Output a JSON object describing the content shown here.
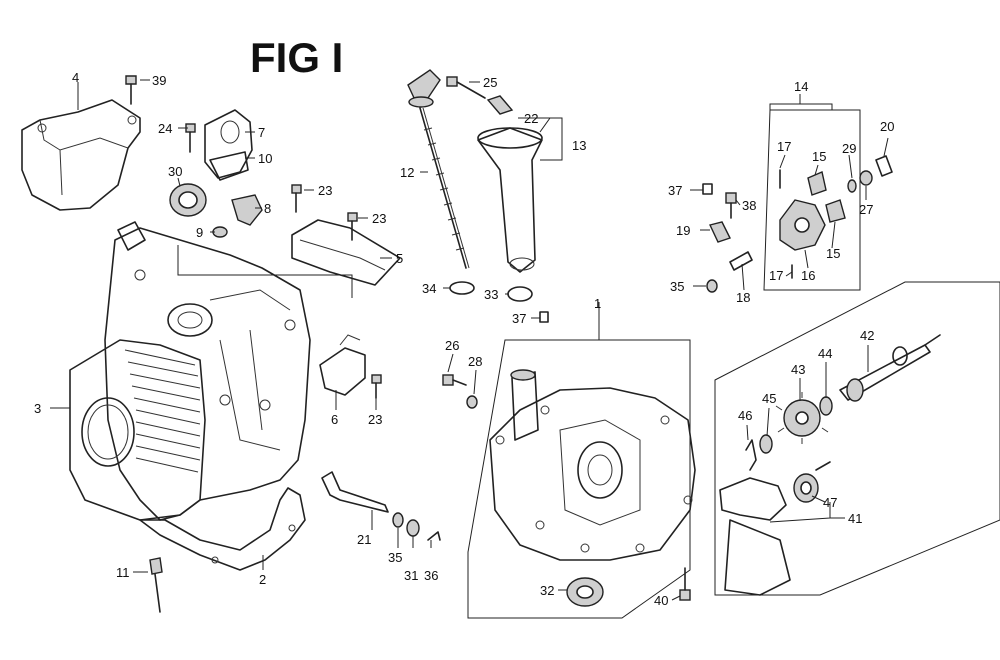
{
  "figure": {
    "title": "FIG I"
  },
  "callouts": {
    "c1": "1",
    "c2": "2",
    "c3": "3",
    "c4": "4",
    "c5": "5",
    "c6": "6",
    "c7": "7",
    "c8": "8",
    "c9": "9",
    "c10": "10",
    "c11": "11",
    "c12": "12",
    "c13": "13",
    "c14": "14",
    "c15a": "15",
    "c15b": "15",
    "c16": "16",
    "c17a": "17",
    "c17b": "17",
    "c18": "18",
    "c19": "19",
    "c20": "20",
    "c21": "21",
    "c22": "22",
    "c23a": "23",
    "c23b": "23",
    "c23c": "23",
    "c24": "24",
    "c25": "25",
    "c26": "26",
    "c27": "27",
    "c28": "28",
    "c29": "29",
    "c30": "30",
    "c31": "31",
    "c32": "32",
    "c33": "33",
    "c34": "34",
    "c35a": "35",
    "c35b": "35",
    "c36": "36",
    "c37a": "37",
    "c37b": "37",
    "c38": "38",
    "c39": "39",
    "c40": "40",
    "c41": "41",
    "c42": "42",
    "c43": "43",
    "c44": "44",
    "c45": "45",
    "c46": "46",
    "c47": "47"
  }
}
